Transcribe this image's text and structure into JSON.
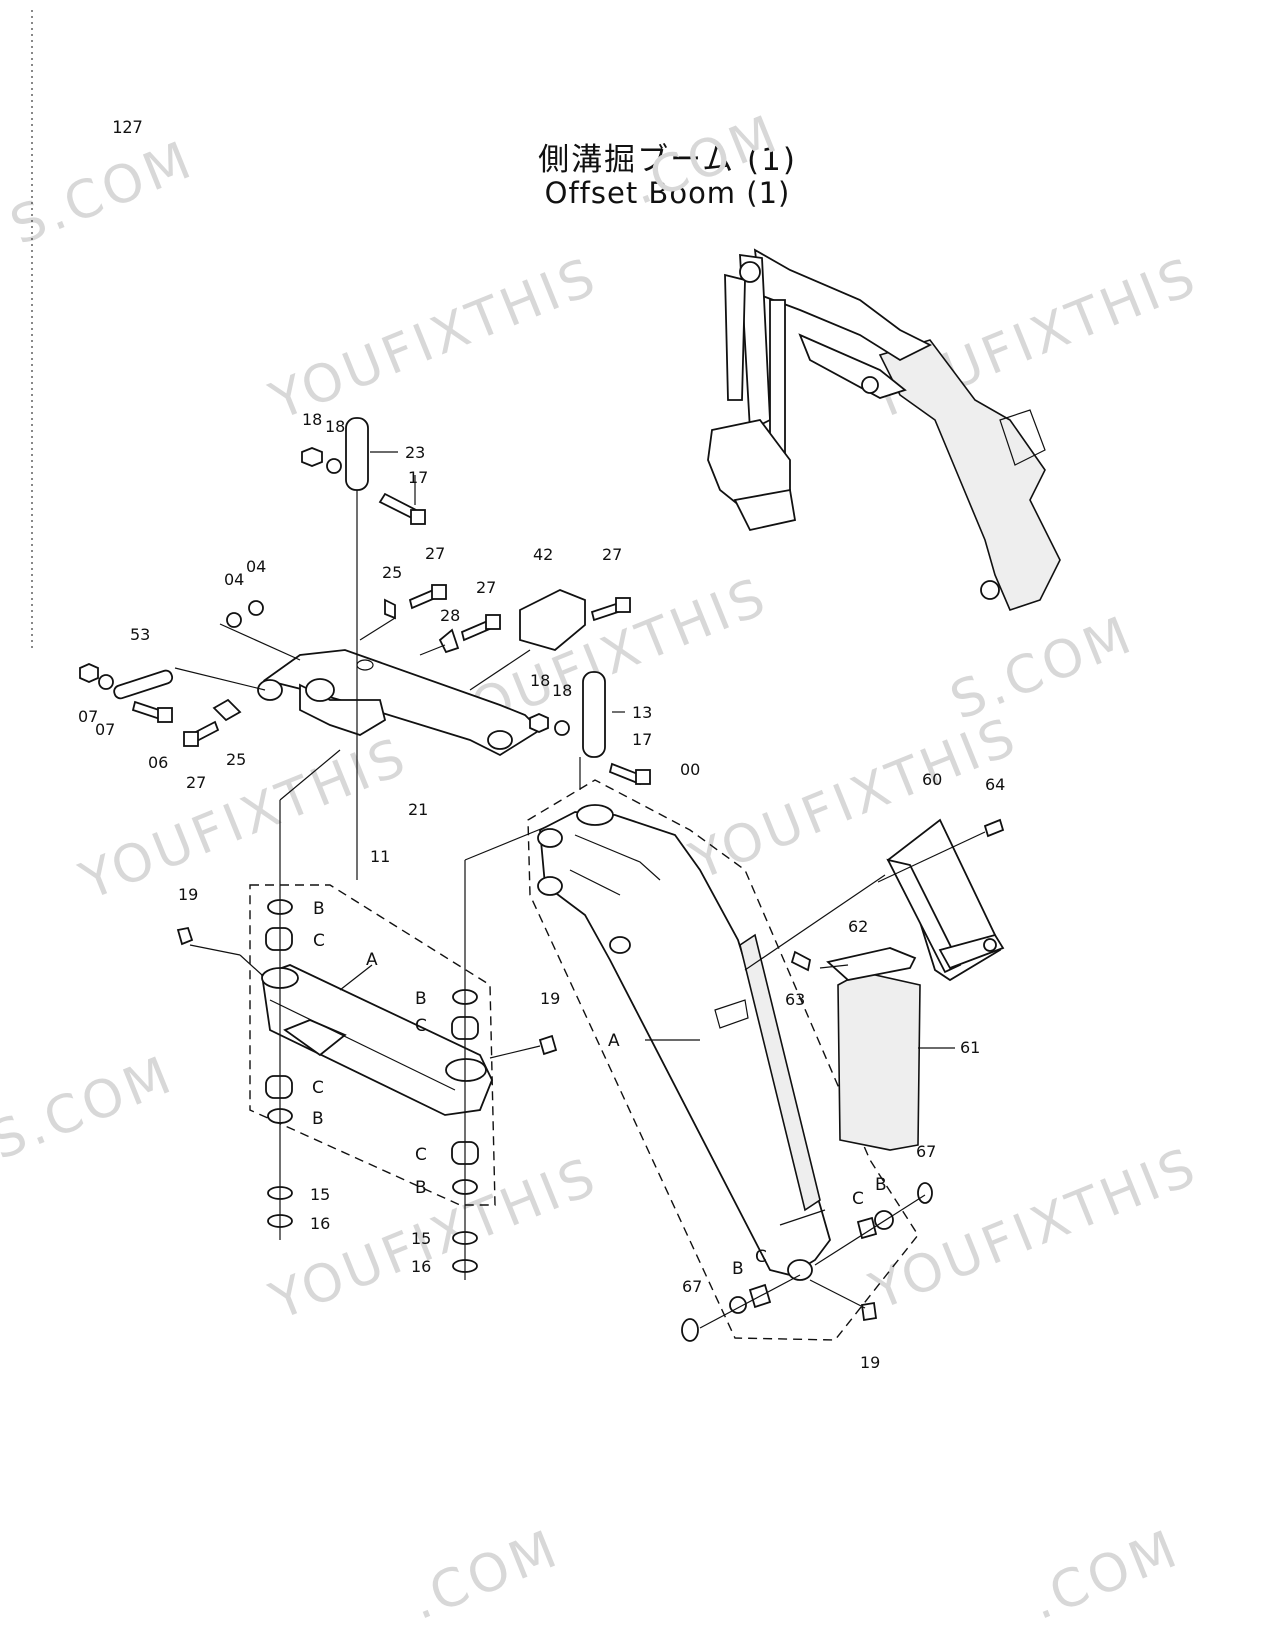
{
  "page_number": "127",
  "title_japanese": "側溝掘ブーム (1)",
  "title_english": "Offset Boom (1)",
  "watermarks": [
    "YOUFIXTHIS",
    "YOUFIXTHIS",
    "YOUFIXTHIS",
    "YOUFIXTHIS",
    "YOUFIXTHIS",
    "YOUFIXTHIS",
    "YOUFIXTHIS",
    "S.COM",
    "S.COM",
    "S.COM",
    ".COM",
    ".COM",
    ".COM"
  ],
  "callouts": {
    "p18a": "18",
    "p18b": "18",
    "p23": "23",
    "p17a": "17",
    "p04a": "04",
    "p04b": "04",
    "p25a": "25",
    "p27a": "27",
    "p28": "28",
    "p27b": "27",
    "p42": "42",
    "p27c": "27",
    "p53": "53",
    "p07a": "07",
    "p07b": "07",
    "p06": "06",
    "p27d": "27",
    "p25b": "25",
    "p21": "21",
    "p18c": "18",
    "p18d": "18",
    "p13": "13",
    "p17b": "17",
    "p00": "00",
    "p60": "60",
    "p64": "64",
    "p11": "11",
    "p19a": "19",
    "B1": "B",
    "C1": "C",
    "A1": "A",
    "B2": "B",
    "C2": "C",
    "p19b": "19",
    "C3": "C",
    "B3": "B",
    "p15a": "15",
    "p16a": "16",
    "C4": "C",
    "B4": "B",
    "p15b": "15",
    "p16b": "16",
    "A2": "A",
    "p62": "62",
    "p63": "63",
    "p61": "61",
    "p67a": "67",
    "C5": "C",
    "B5": "B",
    "p67b": "67",
    "B6": "B",
    "C6": "C",
    "p19c": "19"
  }
}
